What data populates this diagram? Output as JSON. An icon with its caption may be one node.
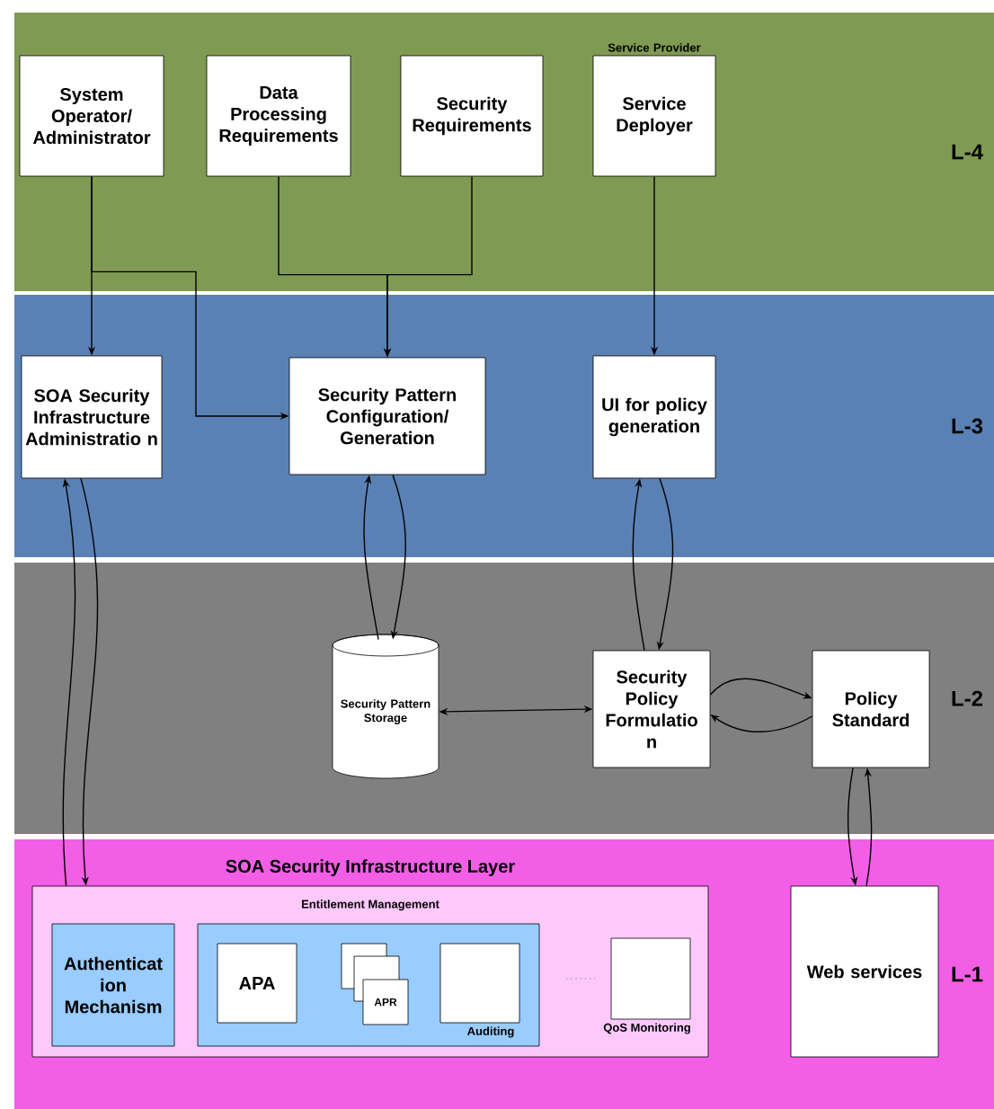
{
  "diagram": {
    "nodes": [
      {
        "text": [
          "L-4"
        ]
      },
      {
        "text": [
          "System Operator/ Administrator"
        ],
        "in": 0
      },
      {
        "text": [
          "Data Processing Requirements"
        ],
        "in": 0
      },
      {
        "text": [
          "Security Requirements"
        ],
        "in": 0
      },
      {
        "text": [
          "Service Deployer"
        ],
        "beside": [
          "Service Provider"
        ],
        "in": 0
      },
      {
        "text": [
          "L-3"
        ]
      },
      {
        "text": [
          "SOA Security Infrastructure Administratio n"
        ],
        "in": 5
      },
      {
        "text": [
          "Security Pattern Configuration/ Generation"
        ],
        "in": 5
      },
      {
        "text": [
          "UI for policy generation"
        ],
        "in": 5
      },
      {
        "text": [
          "L-2"
        ]
      },
      {
        "text": [
          "Security Pattern Storage"
        ],
        "in": 9
      },
      {
        "text": [
          "Security Policy Formulatio n"
        ],
        "in": 9
      },
      {
        "text": [
          "Policy Standard"
        ],
        "in": 9
      },
      {
        "text": [
          "L-1"
        ]
      },
      {
        "text": [
          "SOA Security Infrastructure Layer",
          "Entitlement Management"
        ],
        "in": 13
      },
      {
        "text": [
          "Authenticat ion Mechanism"
        ],
        "in": 14
      },
      {
        "text": [],
        "shape": "box",
        "in": 14
      },
      {
        "text": [
          "APA"
        ],
        "in": 16
      },
      {
        "text": [],
        "shape": "box",
        "in": 16
      },
      {
        "text": [],
        "shape": "box",
        "in": 16
      },
      {
        "text": [
          "APR"
        ],
        "in": 16
      },
      {
        "text": [],
        "shape": "box",
        "beside": [
          "Auditing"
        ],
        "in": 16
      },
      {
        "text": [],
        "shape": "box",
        "beside": [
          "QoS Monitoring"
        ],
        "in": 14
      },
      {
        "text": [
          "Web services"
        ],
        "in": 13
      }
    ],
    "edges": [
      {
        "from": 1,
        "to": 6,
        "arrow": "to"
      },
      {
        "from": 1,
        "to": 7,
        "arrow": "to"
      },
      {
        "from": 2,
        "to": 7,
        "arrow": "to"
      },
      {
        "from": 3,
        "to": 7,
        "arrow": "to"
      },
      {
        "from": 4,
        "to": 8,
        "arrow": "to"
      },
      {
        "from": 7,
        "to": 10,
        "arrow": "to"
      },
      {
        "from": 10,
        "to": 7,
        "arrow": "to"
      },
      {
        "from": 8,
        "to": 11,
        "arrow": "to"
      },
      {
        "from": 11,
        "to": 8,
        "arrow": "to"
      },
      {
        "from": 10,
        "to": 11,
        "arrow": "both"
      },
      {
        "from": 11,
        "to": 12,
        "arrow": "to"
      },
      {
        "from": 12,
        "to": 11,
        "arrow": "to"
      },
      {
        "from": 12,
        "to": 23,
        "arrow": "to"
      },
      {
        "from": 23,
        "to": 12,
        "arrow": "to"
      },
      {
        "from": 14,
        "to": 6,
        "arrow": "to"
      },
      {
        "from": 6,
        "to": 14,
        "arrow": "to"
      }
    ]
  }
}
